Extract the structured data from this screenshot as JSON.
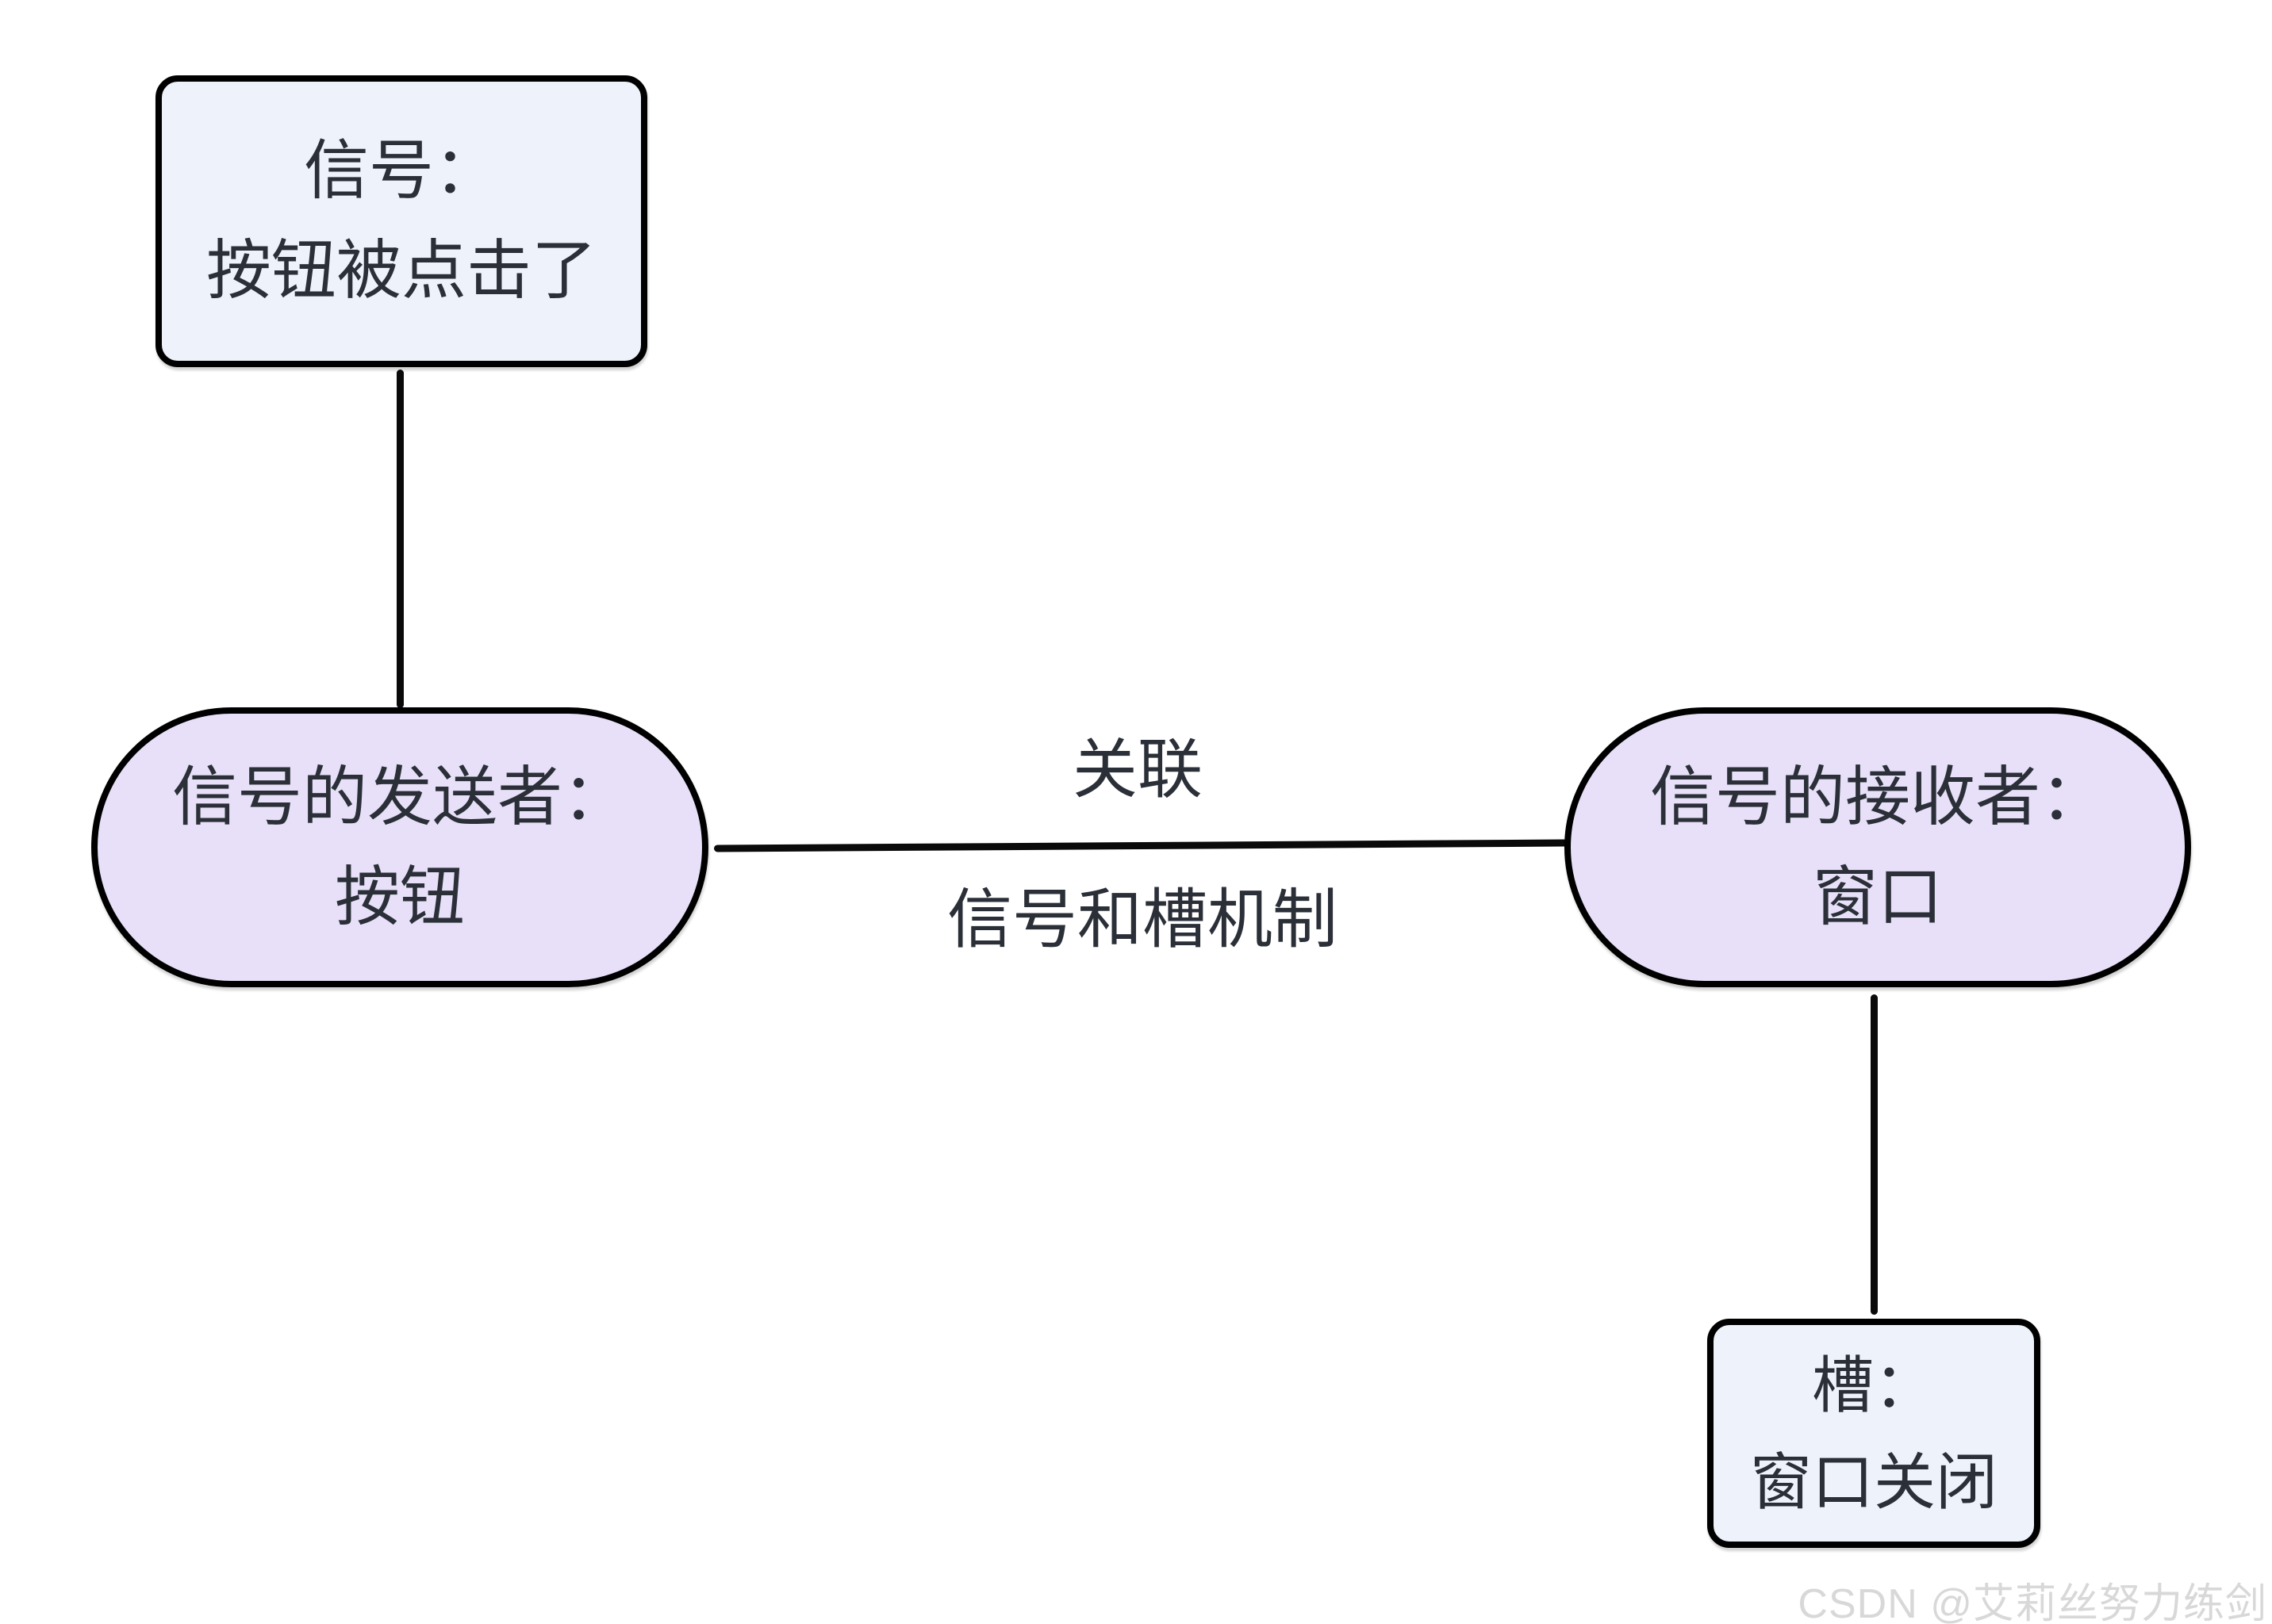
{
  "diagram": {
    "title_hint": "Qt signal and slot mechanism diagram",
    "nodes": {
      "signal": {
        "line1": "信号：",
        "line2": "按钮被点击了"
      },
      "sender": {
        "line1": "信号的发送者：",
        "line2": "按钮"
      },
      "receiver": {
        "line1": "信号的接收者：",
        "line2": "窗口"
      },
      "slot": {
        "line1": "槽：",
        "line2": "窗口关闭"
      }
    },
    "edge": {
      "label_top": "关联",
      "label_bottom": "信号和槽机制"
    },
    "watermark": {
      "text": "CSDN @艾莉丝努力练剑"
    },
    "colors": {
      "background": "#ffffff",
      "rect_node_fill": "#eef2fb",
      "pill_node_fill": "#e7e0f8",
      "border_and_lines": "#000000",
      "text": "#2b2f38",
      "watermark_text": "#d8d8d8"
    }
  }
}
